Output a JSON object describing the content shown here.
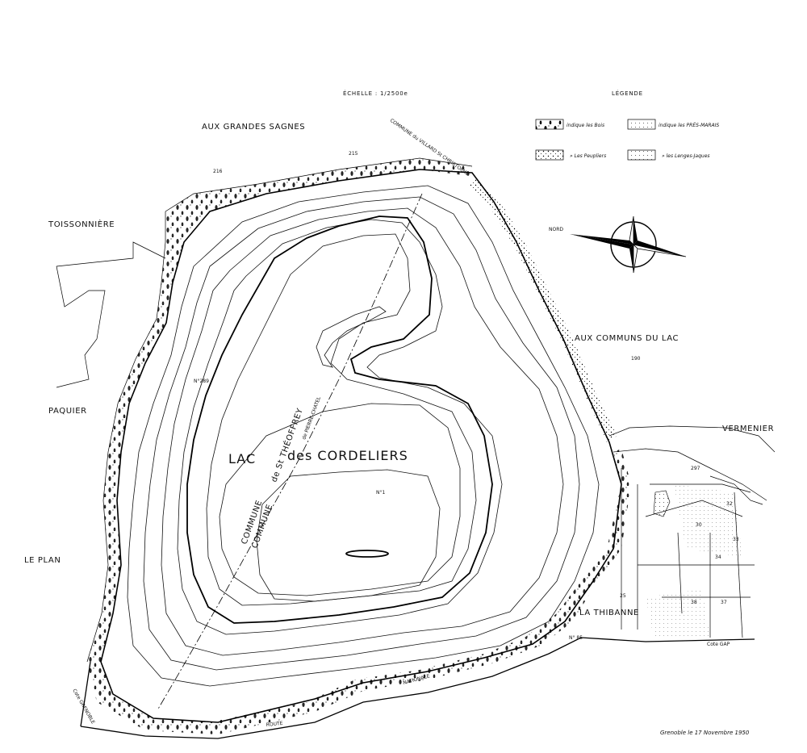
{
  "header": {
    "scale": "ÉCHELLE : 1/2500e",
    "legend_title": "LÉGENDE"
  },
  "legend": {
    "items": [
      {
        "label": "indique les Bois"
      },
      {
        "label": "indique les PRÉS-MARAIS"
      },
      {
        "label": "» Les Peupliers"
      },
      {
        "label": "» les Lenges-Jaques"
      }
    ]
  },
  "compass": {
    "label": "NORD"
  },
  "places": {
    "grandes_sagnes": "AUX GRANDES SAGNES",
    "toissonniere": "TOISSONNIÈRE",
    "paquier": "PAQUIER",
    "le_plan": "LE PLAN",
    "communs_du_lac": "AUX COMMUNS DU LAC",
    "vermenier": "VERMENIER",
    "thibanne": "LA THIBANNE"
  },
  "lake": {
    "name_part1": "LAC",
    "name_part2": "des CORDELIERS",
    "commune_line1": "COMMUNE",
    "commune_line2": "de St THÉOFFREY",
    "commune_line3": "COMMUNE",
    "commune_line4": "de PIERRE-CHATEL",
    "top_boundary": "COMMUNE du VILLARD St CHRISTOPHE"
  },
  "roads": {
    "route": "ROUTE",
    "nationale": "NATIONALE",
    "n85": "N° 85",
    "cote_grenoble": "Cote GRENOBLE",
    "cote_gap": "Cote GAP"
  },
  "annotations": {
    "n1": "N°1",
    "n289": "N°289",
    "p190": "190",
    "p215": "215",
    "p216": "216",
    "p297": "297",
    "p25": "25",
    "p30": "30",
    "p32": "32",
    "p33": "33",
    "p34": "34",
    "p37": "37",
    "p38": "38"
  },
  "footer": {
    "date": "Grenoble le 17 Novembre 1950"
  }
}
